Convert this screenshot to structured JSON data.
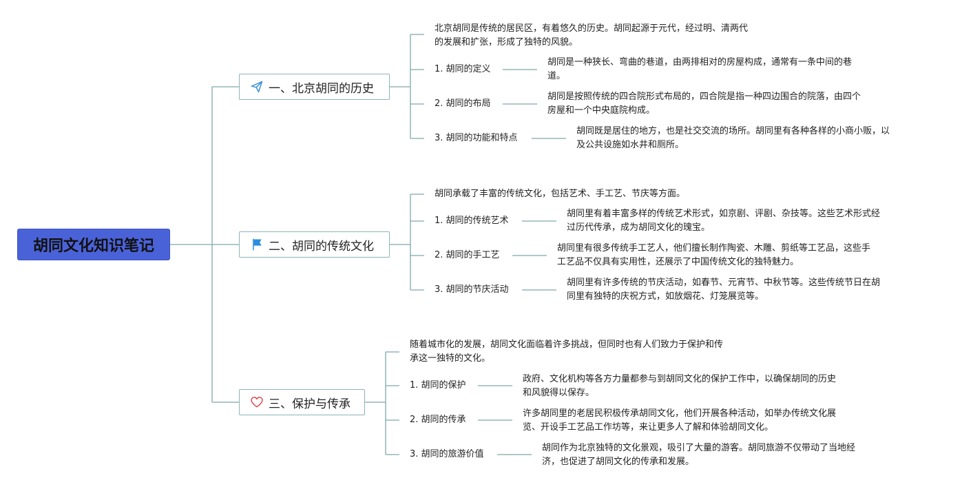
{
  "root": {
    "title": "胡同文化知识笔记",
    "fill_color": "#4a62d8",
    "border_color": "#3b52c4"
  },
  "line_color": "#7fa8a8",
  "branches": [
    {
      "title": "一、北京胡同的历史",
      "icon": "paper-plane-icon",
      "icon_color": "#3b8fd6",
      "intro": [
        "北京胡同是传统的居民区，有着悠久的历史。胡同起源于元代，经过明、清两代",
        "的发展和扩张，形成了独特的风貌。"
      ],
      "items": [
        {
          "label": "1. 胡同的定义",
          "desc": [
            "胡同是一种狭长、弯曲的巷道，由两排相对的房屋构成，通常有一条中间的巷",
            "道。"
          ]
        },
        {
          "label": "2. 胡同的布局",
          "desc": [
            "胡同是按照传统的四合院形式布局的，四合院是指一种四边围合的院落，由四个",
            "房屋和一个中央庭院构成。"
          ]
        },
        {
          "label": "3. 胡同的功能和特点",
          "desc": [
            "胡同既是居住的地方，也是社交交流的场所。胡同里有各种各样的小商小贩，以",
            "及公共设施如水井和厕所。"
          ]
        }
      ]
    },
    {
      "title": "二、胡同的传统文化",
      "icon": "flag-icon",
      "icon_color": "#2a8ee0",
      "intro": [
        "胡同承载了丰富的传统文化，包括艺术、手工艺、节庆等方面。"
      ],
      "items": [
        {
          "label": "1. 胡同的传统艺术",
          "desc": [
            "胡同里有着丰富多样的传统艺术形式，如京剧、评剧、杂技等。这些艺术形式经",
            "过历代传承，成为胡同文化的瑰宝。"
          ]
        },
        {
          "label": "2. 胡同的手工艺",
          "desc": [
            "胡同里有很多传统手工艺人，他们擅长制作陶瓷、木雕、剪纸等工艺品，这些手",
            "工艺品不仅具有实用性，还展示了中国传统文化的独特魅力。"
          ]
        },
        {
          "label": "3. 胡同的节庆活动",
          "desc": [
            "胡同里有许多传统的节庆活动，如春节、元宵节、中秋节等。这些传统节日在胡",
            "同里有独特的庆祝方式，如放烟花、灯笼展览等。"
          ]
        }
      ]
    },
    {
      "title": "三、保护与传承",
      "icon": "heart-icon",
      "icon_color": "#e0474c",
      "intro": [
        "随着城市化的发展，胡同文化面临着许多挑战，但同时也有人们致力于保护和传",
        "承这一独特的文化。"
      ],
      "items": [
        {
          "label": "1. 胡同的保护",
          "desc": [
            "政府、文化机构等各方力量都参与到胡同文化的保护工作中，以确保胡同的历史",
            "和风貌得以保存。"
          ]
        },
        {
          "label": "2. 胡同的传承",
          "desc": [
            "许多胡同里的老居民积极传承胡同文化，他们开展各种活动，如举办传统文化展",
            "览、开设手工艺品工作坊等，来让更多人了解和体验胡同文化。"
          ]
        },
        {
          "label": "3. 胡同的旅游价值",
          "desc": [
            "胡同作为北京独特的文化景观，吸引了大量的游客。胡同旅游不仅带动了当地经",
            "济，也促进了胡同文化的传承和发展。"
          ]
        }
      ]
    }
  ]
}
